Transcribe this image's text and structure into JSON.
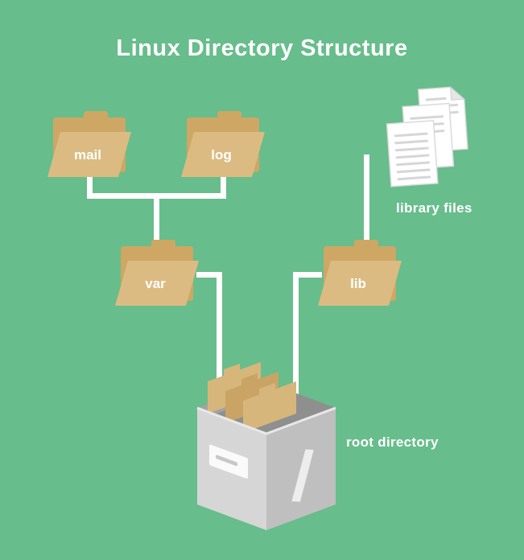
{
  "title": "Linux Directory Structure",
  "colors": {
    "background": "#67BD8B",
    "connector": "#FFFFFF",
    "folder_front": "#DCBB82",
    "folder_back": "#CDA763",
    "box_front": "#D6D6D6",
    "box_side": "#BFBFBF",
    "box_interior": "#8F8F8F",
    "page": "#FFFFFF",
    "page_line": "#D6D6D6",
    "text": "#FFFFFF"
  },
  "nodes": {
    "mail": {
      "label": "mail",
      "type": "folder"
    },
    "log": {
      "label": "log",
      "type": "folder"
    },
    "var": {
      "label": "var",
      "type": "folder"
    },
    "lib": {
      "label": "lib",
      "type": "folder"
    },
    "library_files": {
      "label": "library files",
      "type": "documents"
    },
    "root": {
      "label": "root directory",
      "symbol": "/",
      "type": "box"
    }
  },
  "edges": [
    {
      "from": "mail",
      "to": "var"
    },
    {
      "from": "log",
      "to": "var"
    },
    {
      "from": "var",
      "to": "root"
    },
    {
      "from": "lib",
      "to": "root"
    },
    {
      "from": "library_files",
      "to": "lib"
    }
  ]
}
